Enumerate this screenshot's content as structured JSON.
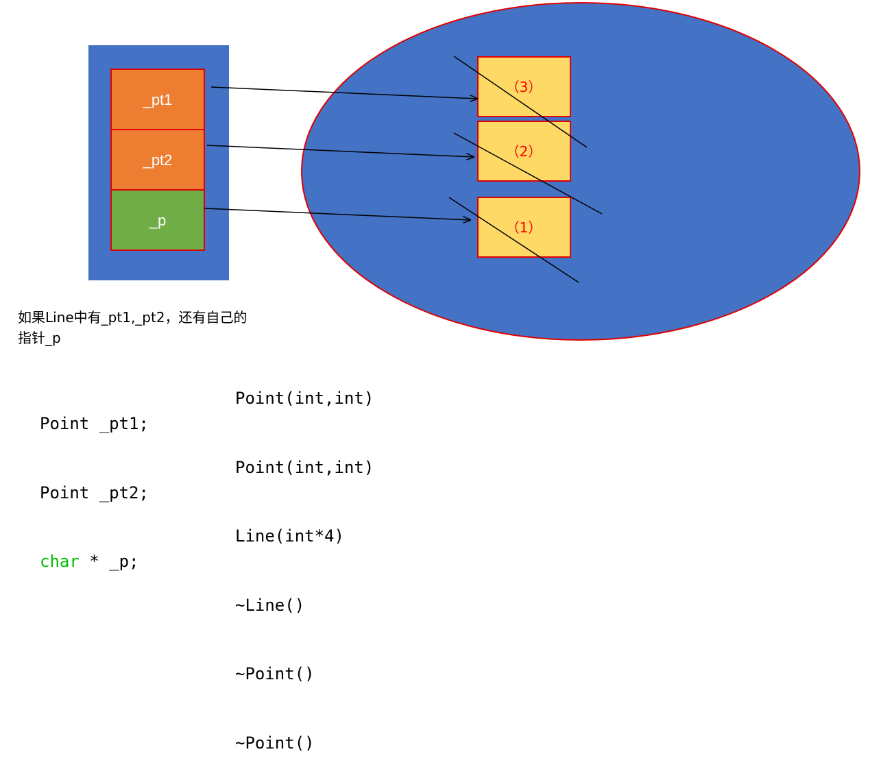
{
  "colors": {
    "object_bg": "#4472c4",
    "heap_fill": "#4472c4",
    "heap_stroke": "#e00000",
    "member_cell": "#ed7d31",
    "pointer_cell": "#70ad47",
    "heap_box": "#ffd966",
    "keyword": "#00c000"
  },
  "object": {
    "cells": [
      {
        "label": "_pt1"
      },
      {
        "label": "_pt2"
      },
      {
        "label": "_p"
      }
    ]
  },
  "heap": {
    "boxes": [
      {
        "label": "（3）"
      },
      {
        "label": "（2）"
      },
      {
        "label": "（1）"
      }
    ]
  },
  "note": {
    "line1": "如果Line中有_pt1,_pt2，还有自己的",
    "line2": "指针_p"
  },
  "members": {
    "line1": "Point _pt1;",
    "line2": "Point _pt2;",
    "line3_keyword": "char",
    "line3_rest": " * _p;"
  },
  "calls": [
    "Point(int,int)",
    "Point(int,int)",
    "Line(int*4)",
    "~Line()",
    "~Point()",
    "~Point()"
  ]
}
